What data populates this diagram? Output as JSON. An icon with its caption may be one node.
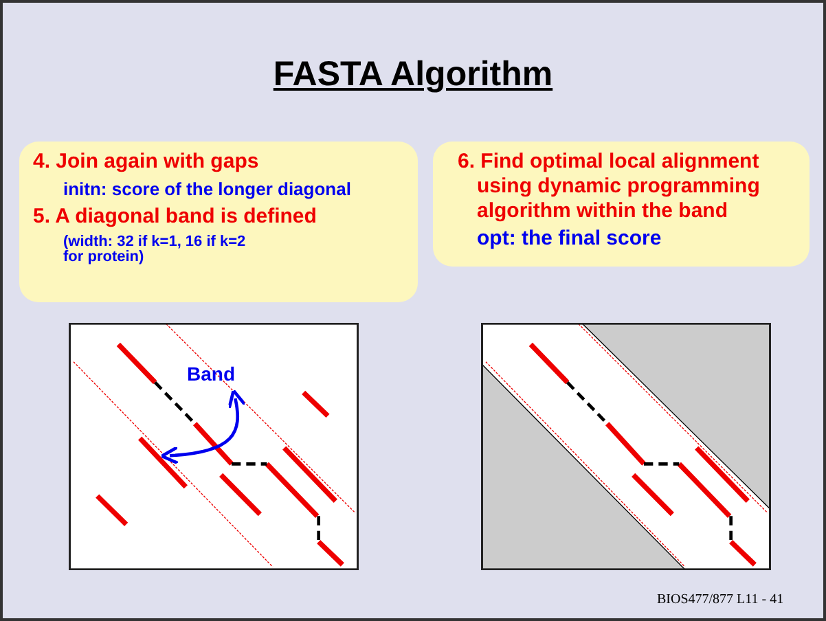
{
  "diagram": {
    "title": "FASTA Algorithm",
    "nodes": [
      {
        "text": [
          "4. Join again with gaps",
          "initn: score of the longer diagonal",
          "5. A diagonal band is defined",
          "(width: 32 if k=1, 16 if k=2 for protein)"
        ]
      },
      {
        "text": [
          "6. Find optimal local alignment using dynamic programming algorithm within the band",
          "opt: the final score"
        ]
      }
    ],
    "labels": [
      "Band",
      "BIOS477/877 L11 - 41"
    ]
  }
}
